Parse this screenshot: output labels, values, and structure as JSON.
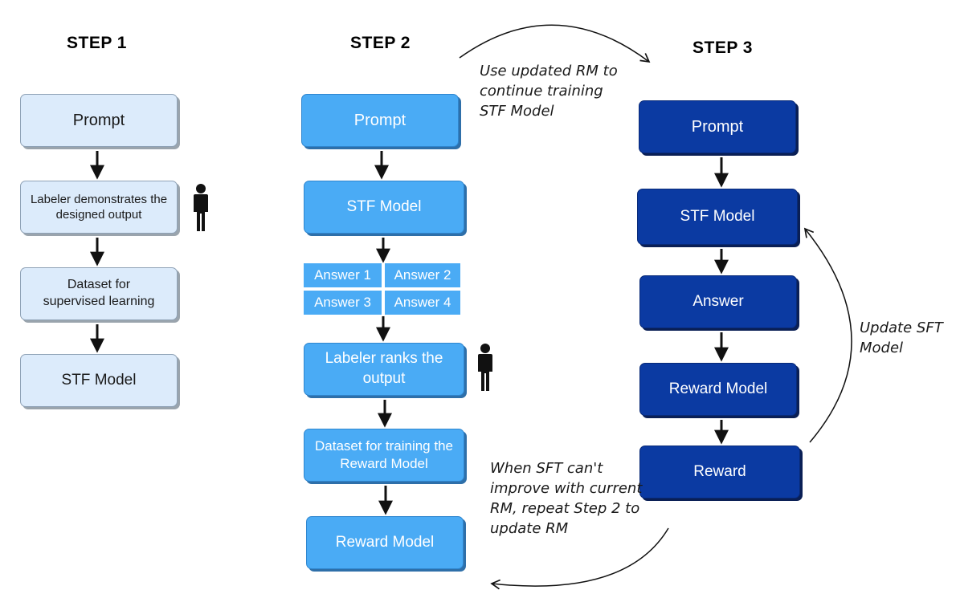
{
  "step1": {
    "heading": "STEP 1",
    "boxes": [
      "Prompt",
      "Labeler demonstrates the designed output",
      "Dataset for supervised learning",
      "STF Model"
    ]
  },
  "step2": {
    "heading": "STEP 2",
    "boxes": [
      "Prompt",
      "STF Model",
      "Labeler ranks the output",
      "Dataset for training the Reward Model",
      "Reward Model"
    ],
    "answers": [
      "Answer 1",
      "Answer 2",
      "Answer 3",
      "Answer 4"
    ]
  },
  "step3": {
    "heading": "STEP 3",
    "boxes": [
      "Prompt",
      "STF Model",
      "Answer",
      "Reward Model",
      "Reward"
    ]
  },
  "notes": {
    "top": "Use updated RM to continue training STF Model",
    "right": "Update SFT Model",
    "bottom": "When SFT can't improve with current RM, repeat Step 2 to update RM"
  },
  "icons": [
    "person-icon"
  ],
  "colors": {
    "step1_fill": "#dcebfb",
    "step2_fill": "#4aabf5",
    "step3_fill": "#0b3aa2"
  }
}
